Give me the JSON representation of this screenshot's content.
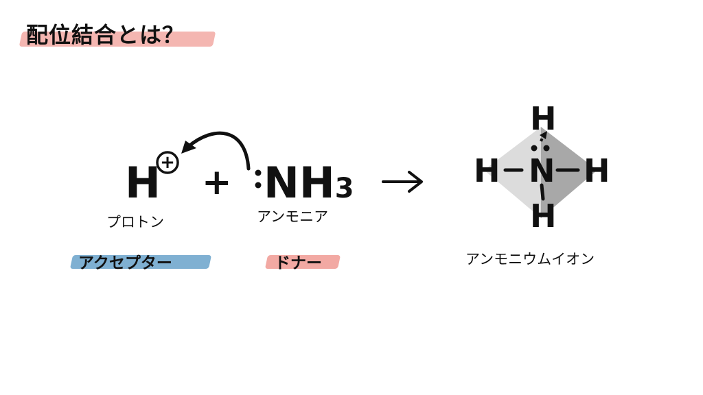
{
  "title": "配位結合とは？",
  "left": {
    "proton": {
      "symbol": "H",
      "charge": "⊕",
      "name": "プロトン"
    },
    "plus": "+",
    "ammonia": {
      "lone_pair": ":",
      "formula": "NH",
      "subscript": "3",
      "name": "アンモニア"
    }
  },
  "roles": {
    "acceptor": "アクセプター",
    "donor": "ドナー"
  },
  "arrow": "→",
  "product": {
    "center": "N",
    "top": "H",
    "left": "H",
    "right": "H",
    "bottom": "H",
    "name": "アンモニウムイオン"
  },
  "colors": {
    "title_highlight": "#f2a9a3",
    "acceptor_highlight": "#7fb0d2",
    "donor_highlight": "#f2a9a3",
    "tetrahedron_light": "#d9d9d9",
    "tetrahedron_dark": "#a9a9a9"
  },
  "icons": [
    "curved-arrow-icon",
    "reaction-arrow-icon",
    "dative-bond-arrow-icon"
  ]
}
